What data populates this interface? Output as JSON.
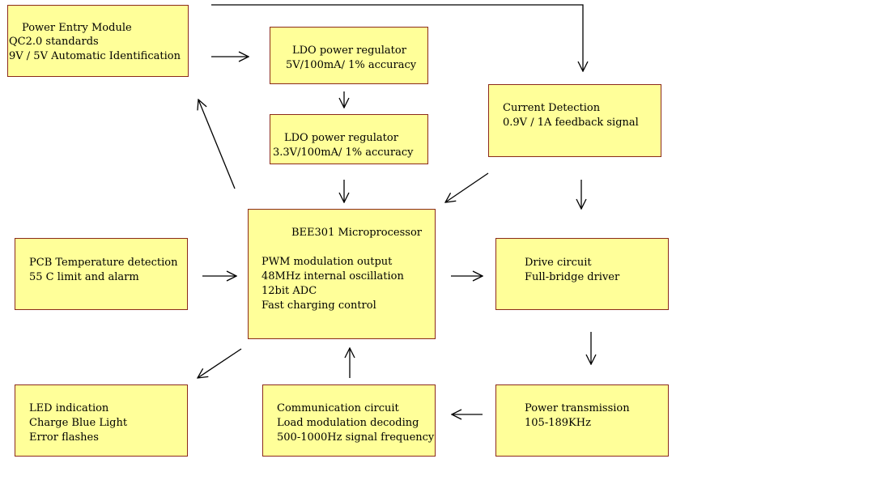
{
  "boxes": {
    "power_entry": {
      "lines": [
        "Power Entry Module",
        "QC2.0 standards",
        "9V / 5V Automatic Identification"
      ]
    },
    "ldo_5v": {
      "lines": [
        "LDO power regulator",
        "5V/100mA/ 1% accuracy"
      ]
    },
    "ldo_3v3": {
      "lines": [
        "LDO power regulator",
        "3.3V/100mA/ 1% accuracy"
      ]
    },
    "current_detection": {
      "lines": [
        "Current Detection",
        "0.9V / 1A feedback signal"
      ]
    },
    "microprocessor": {
      "title": "BEE301 Microprocessor",
      "lines": [
        "PWM modulation output",
        "48MHz internal oscillation",
        "12bit ADC",
        "Fast charging control"
      ]
    },
    "pcb_temp": {
      "lines": [
        "PCB Temperature detection",
        "55 C limit and alarm"
      ]
    },
    "drive_circuit": {
      "lines": [
        "Drive circuit",
        "Full-bridge driver"
      ]
    },
    "led_indication": {
      "lines": [
        "LED indication",
        "Charge Blue Light",
        "Error flashes"
      ]
    },
    "communication": {
      "lines": [
        "Communication circuit",
        "Load modulation decoding",
        "500-1000Hz signal frequency"
      ]
    },
    "power_transmission": {
      "lines": [
        "Power transmission",
        "105-189KHz"
      ]
    }
  },
  "colors": {
    "box_fill": "#ffff99",
    "box_border": "#8b2a1a",
    "arrow": "#000000"
  }
}
